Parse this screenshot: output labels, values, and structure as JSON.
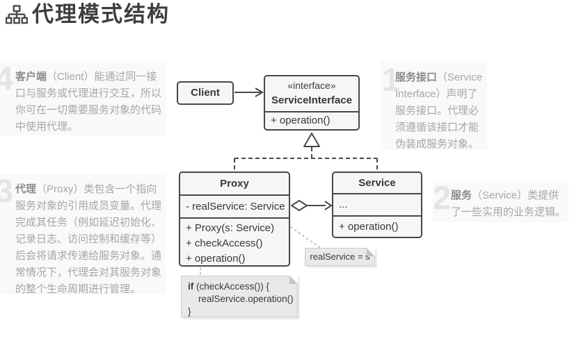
{
  "header": {
    "title": "代理模式结构"
  },
  "steps": {
    "s1": {
      "num": "1",
      "lead": "服务接口",
      "body": "（Service Interface）声明了服务接口。代理必须遵循该接口才能伪装成服务对象。"
    },
    "s2": {
      "num": "2",
      "lead": "服务",
      "body": "（Service）类提供了一些实用的业务逻辑。"
    },
    "s3": {
      "num": "3",
      "lead": "代理",
      "body": "（Proxy）类包含一个指向服务对象的引用成员变量。代理完成其任务（例如延迟初始化、记录日志、访问控制和缓存等）后会将请求传递给服务对象。通常情况下，代理会对其服务对象的整个生命周期进行管理。"
    },
    "s4": {
      "num": "4",
      "lead": "客户端",
      "body": "（Client）能通过同一接口与服务或代理进行交互，所以你可在一切需要服务对象的代码中使用代理。"
    }
  },
  "uml": {
    "client": {
      "name": "Client"
    },
    "service_interface": {
      "stereotype": "«interface»",
      "name": "ServiceInterface",
      "op1": "+ operation()"
    },
    "proxy": {
      "name": "Proxy",
      "attr1": "- realService: Service",
      "op1": "+ Proxy(s: Service)",
      "op2": "+ checkAccess()",
      "op3": "+ operation()"
    },
    "service": {
      "name": "Service",
      "attr1": "...",
      "op1": "+ operation()"
    },
    "note_assignment": "realService = s",
    "code_note": {
      "kw": "if",
      "line1_rest": " (checkAccess()) {",
      "line2": "realService.operation()",
      "line3": "}"
    }
  },
  "colors": {
    "title_text": "#3d3d3d",
    "step_bg": "#f9f9f9",
    "step_numeral": "#e4e4e4",
    "step_text": "#a6a6a6",
    "step_lead_text": "#8b8b8b",
    "uml_border": "#484848",
    "uml_fill": "#f6f6f6",
    "note_bg": "#e9e9e9",
    "note_border": "#cbcbcb",
    "dotted_connector": "#c4c4c4"
  }
}
